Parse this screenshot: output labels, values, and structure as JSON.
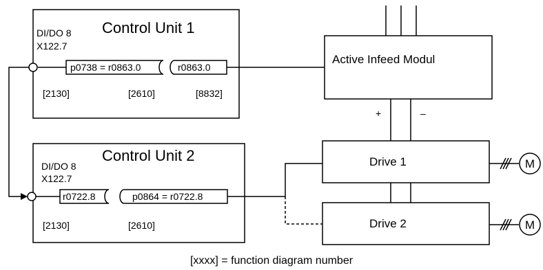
{
  "control_unit_1": {
    "title": "Control Unit 1",
    "port_name": "DI/DO 8",
    "port_pin": "X122.7",
    "signal_left": "p0738 = r0863.0",
    "signal_right": "r0863.0",
    "fd_left": "[2130]",
    "fd_mid": "[2610]",
    "fd_right": "[8832]"
  },
  "control_unit_2": {
    "title": "Control Unit 2",
    "port_name": "DI/DO 8",
    "port_pin": "X122.7",
    "signal_left": "r0722.8",
    "signal_right": "p0864 = r0722.8",
    "fd_left": "[2130]",
    "fd_mid": "[2610]"
  },
  "infeed": {
    "label": "Active Infeed Modul"
  },
  "dc_link": {
    "plus": "+",
    "minus": "–"
  },
  "drive_1": {
    "label": "Drive 1",
    "motor": "M"
  },
  "drive_2": {
    "label": "Drive 2",
    "motor": "M"
  },
  "footnote": "[xxxx] = function diagram number"
}
